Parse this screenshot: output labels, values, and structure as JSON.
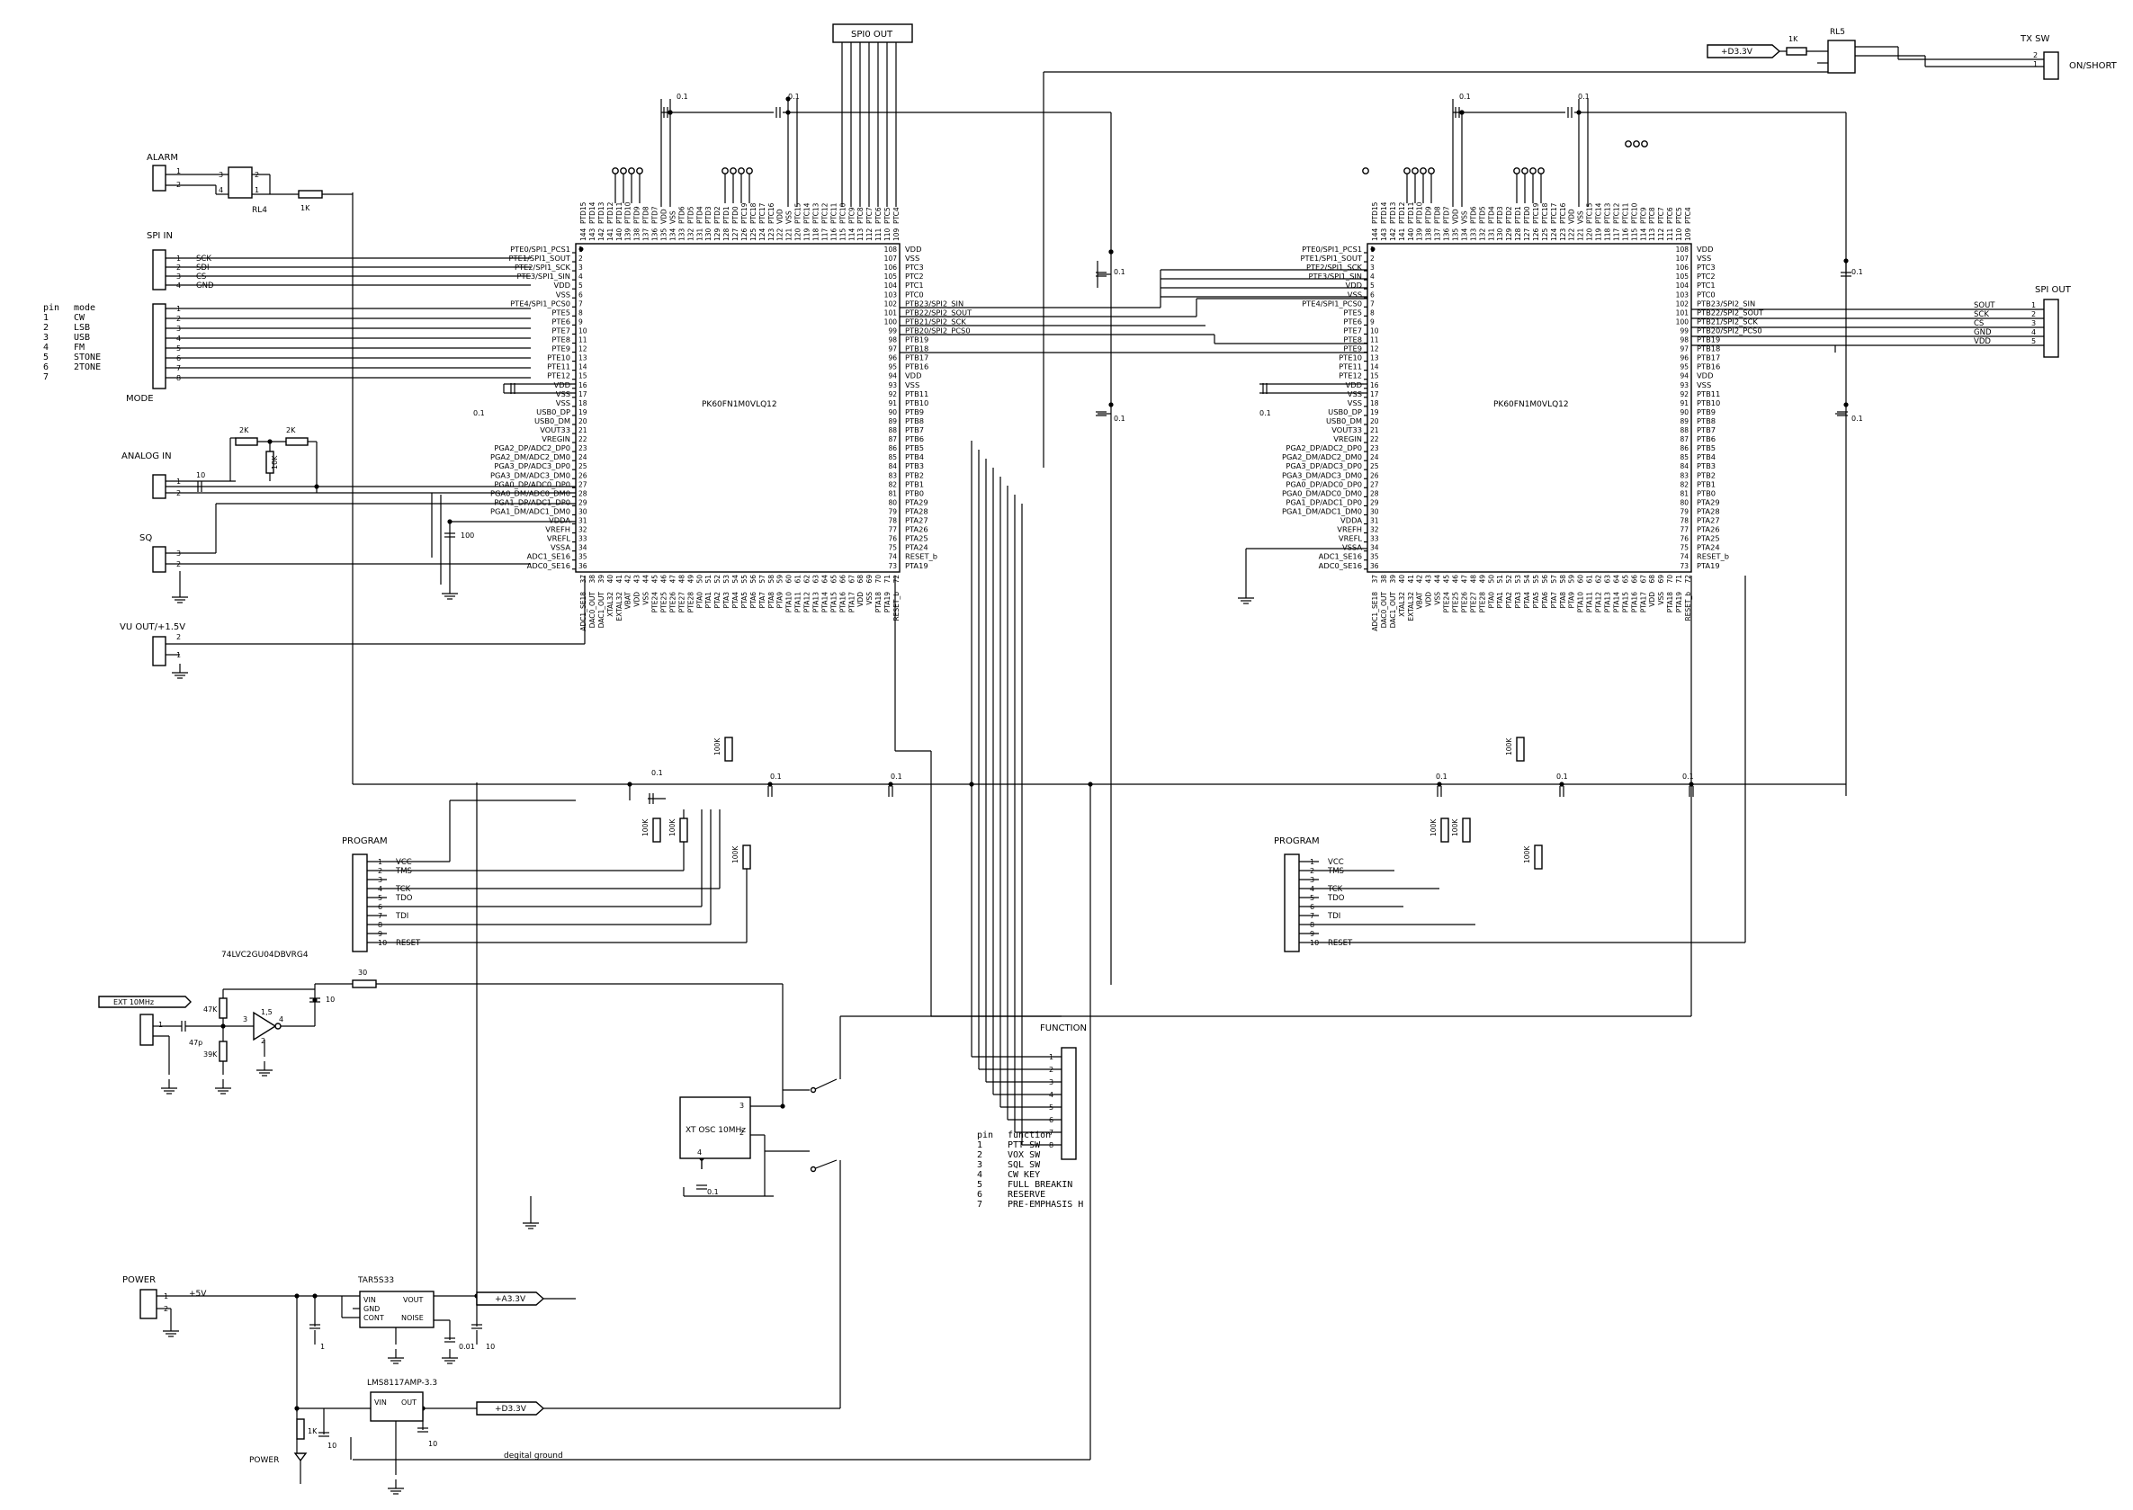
{
  "chips": {
    "left_name": "PK60FN1M0VLQ12",
    "right_name": "PK60FN1M0VLQ12",
    "left_pins": [
      [
        "PTE0/SPI1_PCS1",
        "1"
      ],
      [
        "PTE1/SPI1_SOUT",
        "2"
      ],
      [
        "PTE2/SPI1_SCK",
        "3"
      ],
      [
        "PTE3/SPI1_SIN",
        "4"
      ],
      [
        "VDD",
        "5"
      ],
      [
        "VSS",
        "6"
      ],
      [
        "PTE4/SPI1_PCS0",
        "7"
      ],
      [
        "PTE5",
        "8"
      ],
      [
        "PTE6",
        "9"
      ],
      [
        "PTE7",
        "10"
      ],
      [
        "PTE8",
        "11"
      ],
      [
        "PTE9",
        "12"
      ],
      [
        "PTE10",
        "13"
      ],
      [
        "PTE11",
        "14"
      ],
      [
        "PTE12",
        "15"
      ],
      [
        "VDD",
        "16"
      ],
      [
        "VSS",
        "17"
      ],
      [
        "VSS",
        "18"
      ],
      [
        "USB0_DP",
        "19"
      ],
      [
        "USB0_DM",
        "20"
      ],
      [
        "VOUT33",
        "21"
      ],
      [
        "VREGIN",
        "22"
      ],
      [
        "PGA2_DP/ADC2_DP0",
        "23"
      ],
      [
        "PGA2_DM/ADC2_DM0",
        "24"
      ],
      [
        "PGA3_DP/ADC3_DP0",
        "25"
      ],
      [
        "PGA3_DM/ADC3_DM0",
        "26"
      ],
      [
        "PGA0_DP/ADC0_DP0",
        "27"
      ],
      [
        "PGA0_DM/ADC0_DM0",
        "28"
      ],
      [
        "PGA1_DP/ADC1_DP0",
        "29"
      ],
      [
        "PGA1_DM/ADC1_DM0",
        "30"
      ],
      [
        "VDDA",
        "31"
      ],
      [
        "VREFH",
        "32"
      ],
      [
        "VREFL",
        "33"
      ],
      [
        "VSSA",
        "34"
      ],
      [
        "ADC1_SE16",
        "35"
      ],
      [
        "ADC0_SE16",
        "36"
      ]
    ],
    "right_pins": [
      [
        "VDD",
        "108"
      ],
      [
        "VSS",
        "107"
      ],
      [
        "PTC3",
        "106"
      ],
      [
        "PTC2",
        "105"
      ],
      [
        "PTC1",
        "104"
      ],
      [
        "PTC0",
        "103"
      ],
      [
        "PTB23/SPI2_SIN",
        "102"
      ],
      [
        "PTB22/SPI2_SOUT",
        "101"
      ],
      [
        "PTB21/SPI2_SCK",
        "100"
      ],
      [
        "PTB20/SPI2_PCS0",
        "99"
      ],
      [
        "PTB19",
        "98"
      ],
      [
        "PTB18",
        "97"
      ],
      [
        "PTB17",
        "96"
      ],
      [
        "PTB16",
        "95"
      ],
      [
        "VDD",
        "94"
      ],
      [
        "VSS",
        "93"
      ],
      [
        "PTB11",
        "92"
      ],
      [
        "PTB10",
        "91"
      ],
      [
        "PTB9",
        "90"
      ],
      [
        "PTB8",
        "89"
      ],
      [
        "PTB7",
        "88"
      ],
      [
        "PTB6",
        "87"
      ],
      [
        "PTB5",
        "86"
      ],
      [
        "PTB4",
        "85"
      ],
      [
        "PTB3",
        "84"
      ],
      [
        "PTB2",
        "83"
      ],
      [
        "PTB1",
        "82"
      ],
      [
        "PTB0",
        "81"
      ],
      [
        "PTA29",
        "80"
      ],
      [
        "PTA28",
        "79"
      ],
      [
        "PTA27",
        "78"
      ],
      [
        "PTA26",
        "77"
      ],
      [
        "PTA25",
        "76"
      ],
      [
        "PTA24",
        "75"
      ],
      [
        "RESET_b",
        "74"
      ],
      [
        "PTA19",
        "73"
      ]
    ],
    "top_nums": [
      "144",
      "143",
      "142",
      "141",
      "140",
      "139",
      "138",
      "137",
      "136",
      "135",
      "134",
      "133",
      "132",
      "131",
      "130",
      "129",
      "128",
      "127",
      "126",
      "125",
      "124",
      "123",
      "122",
      "121",
      "120",
      "119",
      "118",
      "117",
      "116",
      "115",
      "114",
      "113",
      "112",
      "111",
      "110",
      "109"
    ],
    "top_labels": [
      "PTD15",
      "PTD14",
      "PTD13",
      "PTD12",
      "PTD11",
      "PTD10",
      "PTD9",
      "PTD8",
      "PTD7",
      "VDD",
      "VSS",
      "PTD6",
      "PTD5",
      "PTD4",
      "PTD3",
      "PTD2",
      "PTD1",
      "PTD0",
      "PTC19",
      "PTC18",
      "PTC17",
      "PTC16",
      "VDD",
      "VSS",
      "PTC15",
      "PTC14",
      "PTC13",
      "PTC12",
      "PTC11",
      "PTC10",
      "PTC9",
      "PTC8",
      "PTC7",
      "PTC6",
      "PTC5",
      "PTC4"
    ],
    "bot_nums": [
      "37",
      "38",
      "39",
      "40",
      "41",
      "42",
      "43",
      "44",
      "45",
      "46",
      "47",
      "48",
      "49",
      "50",
      "51",
      "52",
      "53",
      "54",
      "55",
      "56",
      "57",
      "58",
      "59",
      "60",
      "61",
      "62",
      "63",
      "64",
      "65",
      "66",
      "67",
      "68",
      "69",
      "70",
      "71",
      "72"
    ],
    "bot_labels": [
      "ADC1_SE18",
      "DAC0_OUT",
      "DAC1_OUT",
      "XTAL32",
      "EXTAL32",
      "VBAT",
      "VDD",
      "VSS",
      "PTE24",
      "PTE25",
      "PTE26",
      "PTE27",
      "PTE28",
      "PTA0",
      "PTA1",
      "PTA2",
      "PTA3",
      "PTA4",
      "PTA5",
      "PTA6",
      "PTA7",
      "PTA8",
      "PTA9",
      "PTA10",
      "PTA11",
      "PTA12",
      "PTA13",
      "PTA14",
      "PTA15",
      "PTA16",
      "PTA17",
      "VDD",
      "VSS",
      "PTA18",
      "PTA19",
      "RESET_b"
    ]
  },
  "connectors": {
    "alarm": "ALARM",
    "spi_in": "SPI IN",
    "spi_in_pins": [
      "SCK",
      "SDI",
      "CS",
      "GND"
    ],
    "mode": "MODE",
    "analog_in": "ANALOG IN",
    "sq": "SQ",
    "vu_out": "VU OUT/+1.5V",
    "spi0_out": "SPI0 OUT",
    "tx_sw": "TX SW",
    "tx_sw_note": "ON/SHORT",
    "spi_out": "SPI OUT",
    "spi_out_pins": [
      "SOUT",
      "SCK",
      "CS",
      "GND",
      "VDD"
    ],
    "program": "PROGRAM",
    "program_pins": [
      "VCC",
      "TMS",
      "",
      "TCK",
      "TDO",
      "",
      "TDI",
      "",
      "",
      "RESET"
    ],
    "function": "FUNCTION",
    "power": "POWER",
    "ext_10mhz": "EXT 10MHz"
  },
  "mode_table": {
    "header": [
      "pin",
      "mode"
    ],
    "rows": [
      [
        "1",
        "CW"
      ],
      [
        "2",
        "LSB"
      ],
      [
        "3",
        "USB"
      ],
      [
        "4",
        "FM"
      ],
      [
        "5",
        "STONE"
      ],
      [
        "6",
        "2TONE"
      ],
      [
        "7",
        ""
      ]
    ]
  },
  "function_table": {
    "header": [
      "pin",
      "function"
    ],
    "rows": [
      [
        "1",
        "PTT SW"
      ],
      [
        "2",
        "VOX SW"
      ],
      [
        "3",
        "SQL SW"
      ],
      [
        "4",
        "CW KEY"
      ],
      [
        "5",
        "FULL BREAKIN"
      ],
      [
        "6",
        "RESERVE"
      ],
      [
        "7",
        "PRE-EMPHASIS H"
      ]
    ]
  },
  "parts": {
    "rl4": "RL4",
    "rl5": "RL5",
    "r_1k": "1K",
    "r_2k": "2K",
    "r_10k": "10K",
    "r_100k": "100K",
    "r_47k": "47K",
    "r_39k": "39K",
    "r_30": "30",
    "c_01": "0.1",
    "c_10": "10",
    "c_100": "100",
    "c_47p": "47p",
    "c_1": "1",
    "c_001": "0.01",
    "buffer": "74LVC2GU04DBVRG4",
    "buffer_pins": [
      "3",
      "5",
      "4",
      "2"
    ],
    "xtal": "XT OSC 10MHz",
    "reg1": "TAR5S33",
    "reg1_pins": [
      "VIN",
      "GND",
      "CONT",
      "VOUT",
      "NOISE"
    ],
    "reg2": "LMS8117AMP-3.3",
    "reg2_pins": [
      "VIN",
      "OUT"
    ],
    "plus5v": "+5V",
    "a33v": "+A3.3V",
    "d33v": "+D3.3V",
    "d33v_top": "+D3.3V",
    "power_led": "POWER",
    "digital_ground": "degital ground"
  }
}
